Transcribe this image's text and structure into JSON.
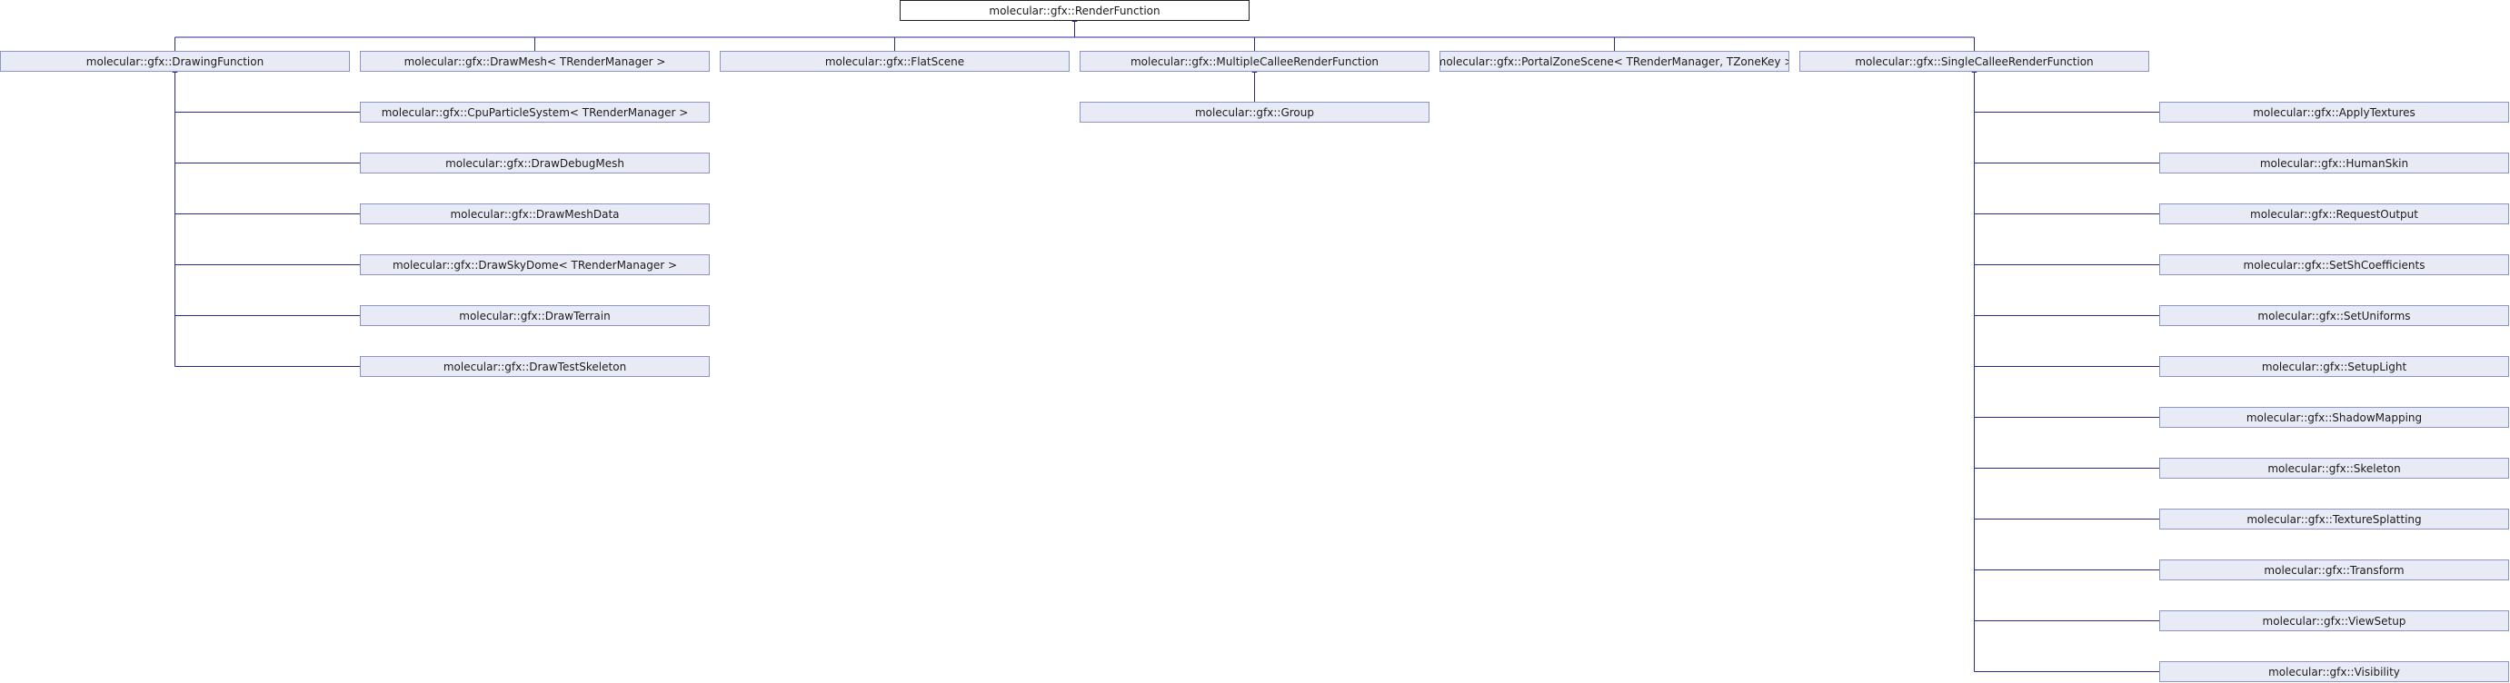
{
  "diagram": {
    "type": "class-inheritance-graph",
    "colors": {
      "edge": "#2a2a8c",
      "node_fill": "#e8ebf6",
      "node_border": "#8a96c8",
      "root_border": "#222222"
    },
    "root": {
      "id": "renderfunction",
      "label": "molecular::gfx::RenderFunction"
    },
    "level1": [
      {
        "id": "drawingfunction",
        "label": "molecular::gfx::DrawingFunction"
      },
      {
        "id": "drawmesh",
        "label": "molecular::gfx::DrawMesh< TRenderManager >"
      },
      {
        "id": "flatscene",
        "label": "molecular::gfx::FlatScene"
      },
      {
        "id": "multiplecalleerenderfunction",
        "label": "molecular::gfx::MultipleCalleeRenderFunction"
      },
      {
        "id": "portalzonescene",
        "label": "molecular::gfx::PortalZoneScene< TRenderManager, TZoneKey >"
      },
      {
        "id": "singlecalleerenderfunction",
        "label": "molecular::gfx::SingleCalleeRenderFunction"
      }
    ],
    "drawing_children": [
      {
        "id": "cpuparticlesystem",
        "label": "molecular::gfx::CpuParticleSystem< TRenderManager >"
      },
      {
        "id": "drawdebugmesh",
        "label": "molecular::gfx::DrawDebugMesh"
      },
      {
        "id": "drawmeshdata",
        "label": "molecular::gfx::DrawMeshData"
      },
      {
        "id": "drawskydome",
        "label": "molecular::gfx::DrawSkyDome< TRenderManager >"
      },
      {
        "id": "drawterrain",
        "label": "molecular::gfx::DrawTerrain"
      },
      {
        "id": "drawtestskeleton",
        "label": "molecular::gfx::DrawTestSkeleton"
      }
    ],
    "multiple_children": [
      {
        "id": "group",
        "label": "molecular::gfx::Group"
      }
    ],
    "single_children": [
      {
        "id": "applytextures",
        "label": "molecular::gfx::ApplyTextures"
      },
      {
        "id": "humanskin",
        "label": "molecular::gfx::HumanSkin"
      },
      {
        "id": "requestoutput",
        "label": "molecular::gfx::RequestOutput"
      },
      {
        "id": "setshcoefficients",
        "label": "molecular::gfx::SetShCoefficients"
      },
      {
        "id": "setuniforms",
        "label": "molecular::gfx::SetUniforms"
      },
      {
        "id": "setuplight",
        "label": "molecular::gfx::SetupLight"
      },
      {
        "id": "shadowmapping",
        "label": "molecular::gfx::ShadowMapping"
      },
      {
        "id": "skeleton",
        "label": "molecular::gfx::Skeleton"
      },
      {
        "id": "texturesplatting",
        "label": "molecular::gfx::TextureSplatting"
      },
      {
        "id": "transform",
        "label": "molecular::gfx::Transform"
      },
      {
        "id": "viewsetup",
        "label": "molecular::gfx::ViewSetup"
      },
      {
        "id": "visibility",
        "label": "molecular::gfx::Visibility"
      }
    ]
  }
}
